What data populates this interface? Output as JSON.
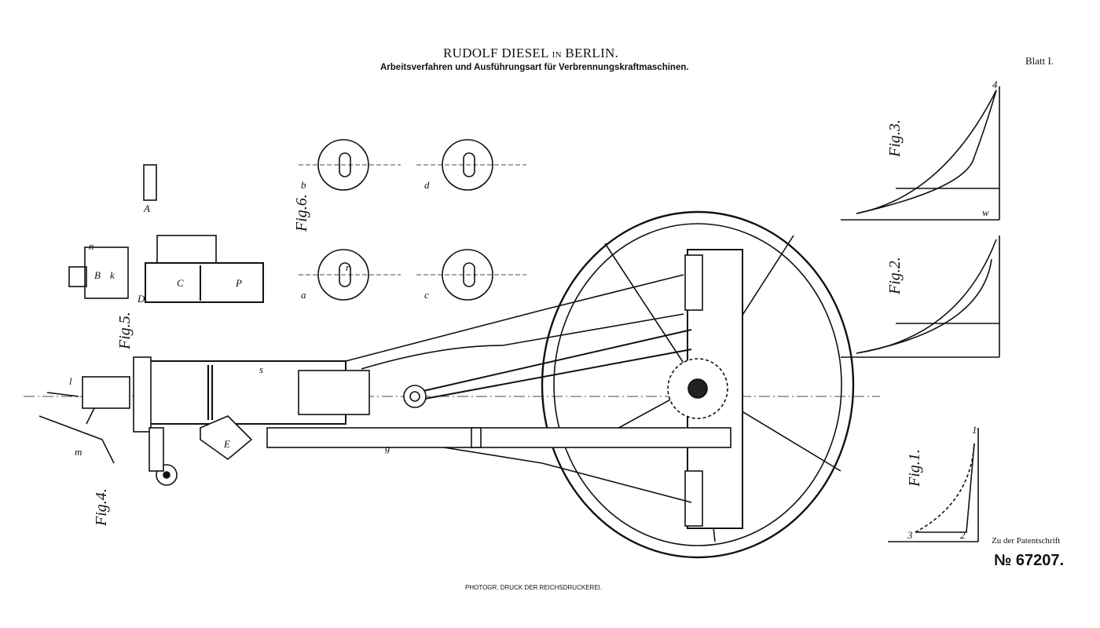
{
  "header": {
    "title_main": "RUDOLF DIESEL",
    "title_in": "IN",
    "title_city": "BERLIN.",
    "subtitle": "Arbeitsverfahren und Ausführungsart für Verbrennungskraftmaschinen.",
    "sheet": "Blatt I."
  },
  "footer": {
    "reference": "Zu der Patentschrift",
    "patent_number": "№ 67207.",
    "printer": "PHOTOGR. DRUCK DER REICHSDRUCKEREI."
  },
  "figures": {
    "fig1": "Fig.1.",
    "fig2": "Fig.2.",
    "fig3": "Fig.3.",
    "fig4": "Fig.4.",
    "fig5": "Fig.5.",
    "fig6": "Fig.6."
  },
  "labels": {
    "a": "a",
    "b": "b",
    "c": "c",
    "d": "d",
    "r": "r",
    "s": "s",
    "g": "g",
    "l": "l",
    "m": "m",
    "A": "A",
    "B": "B",
    "C": "C",
    "D": "D",
    "E": "E",
    "P": "P",
    "k": "k",
    "n": "n",
    "p1": "1",
    "p2": "2",
    "p3": "3",
    "p4": "4",
    "w": "w"
  }
}
